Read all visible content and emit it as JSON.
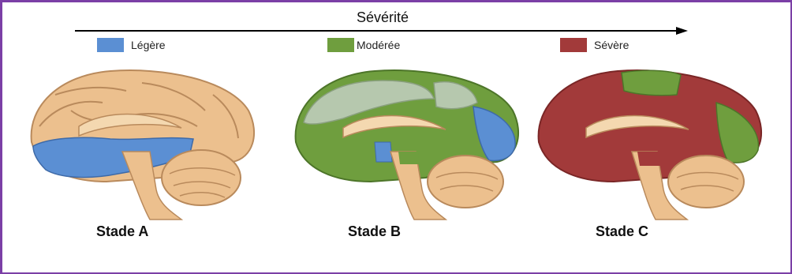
{
  "axis": {
    "title": "Sévérité",
    "direction": "left-to-right"
  },
  "legend": [
    {
      "label": "Légère",
      "color": "#5b8fd3"
    },
    {
      "label": "Modérée",
      "color": "#6f9e3e"
    },
    {
      "label": "Sévère",
      "color": "#a23a3a"
    }
  ],
  "stages": [
    {
      "label": "Stade A"
    },
    {
      "label": "Stade B"
    },
    {
      "label": "Stade C"
    }
  ],
  "colors": {
    "frame": "#7b3fa6",
    "brain_base": "#ecc08e",
    "mild": "#5b8fd3",
    "moderate": "#6f9e3e",
    "severe": "#a23a3a",
    "unaffected_light": "#b6c8ae"
  }
}
